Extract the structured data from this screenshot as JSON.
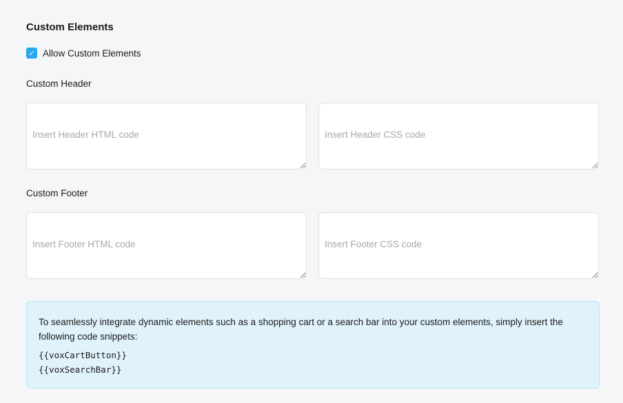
{
  "title": "Custom Elements",
  "allow_label": "Allow Custom Elements",
  "allow_checked": true,
  "header_label": "Custom Header",
  "header_html_placeholder": "Insert Header HTML code",
  "header_css_placeholder": "Insert Header CSS code",
  "footer_label": "Custom Footer",
  "footer_html_placeholder": "Insert Footer HTML code",
  "footer_css_placeholder": "Insert Footer CSS code",
  "info": {
    "text": "To seamlessly integrate dynamic elements such as a shopping cart or a search bar into your custom elements, simply insert the following code snippets:",
    "snippets": [
      "{{voxCartButton}}",
      "{{voxSearchBar}}"
    ]
  }
}
